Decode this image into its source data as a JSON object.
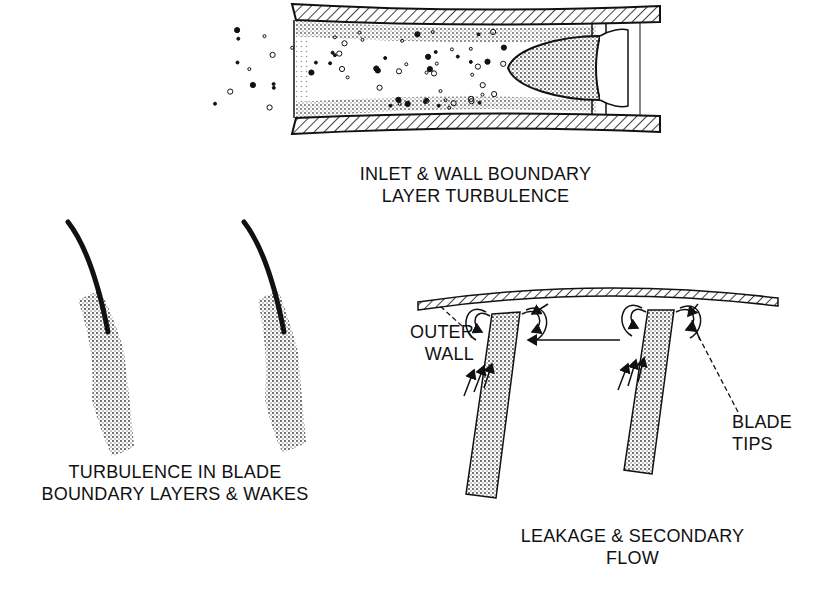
{
  "diagram": {
    "labels": [
      "INLET & WALL BOUNDARY LAYER TURBULENCE",
      "TURBULENCE IN BLADE BOUNDARY LAYERS & WAKES",
      "OUTER WALL",
      "BLADE TIPS",
      "LEAKAGE & SECONDARY FLOW"
    ]
  }
}
